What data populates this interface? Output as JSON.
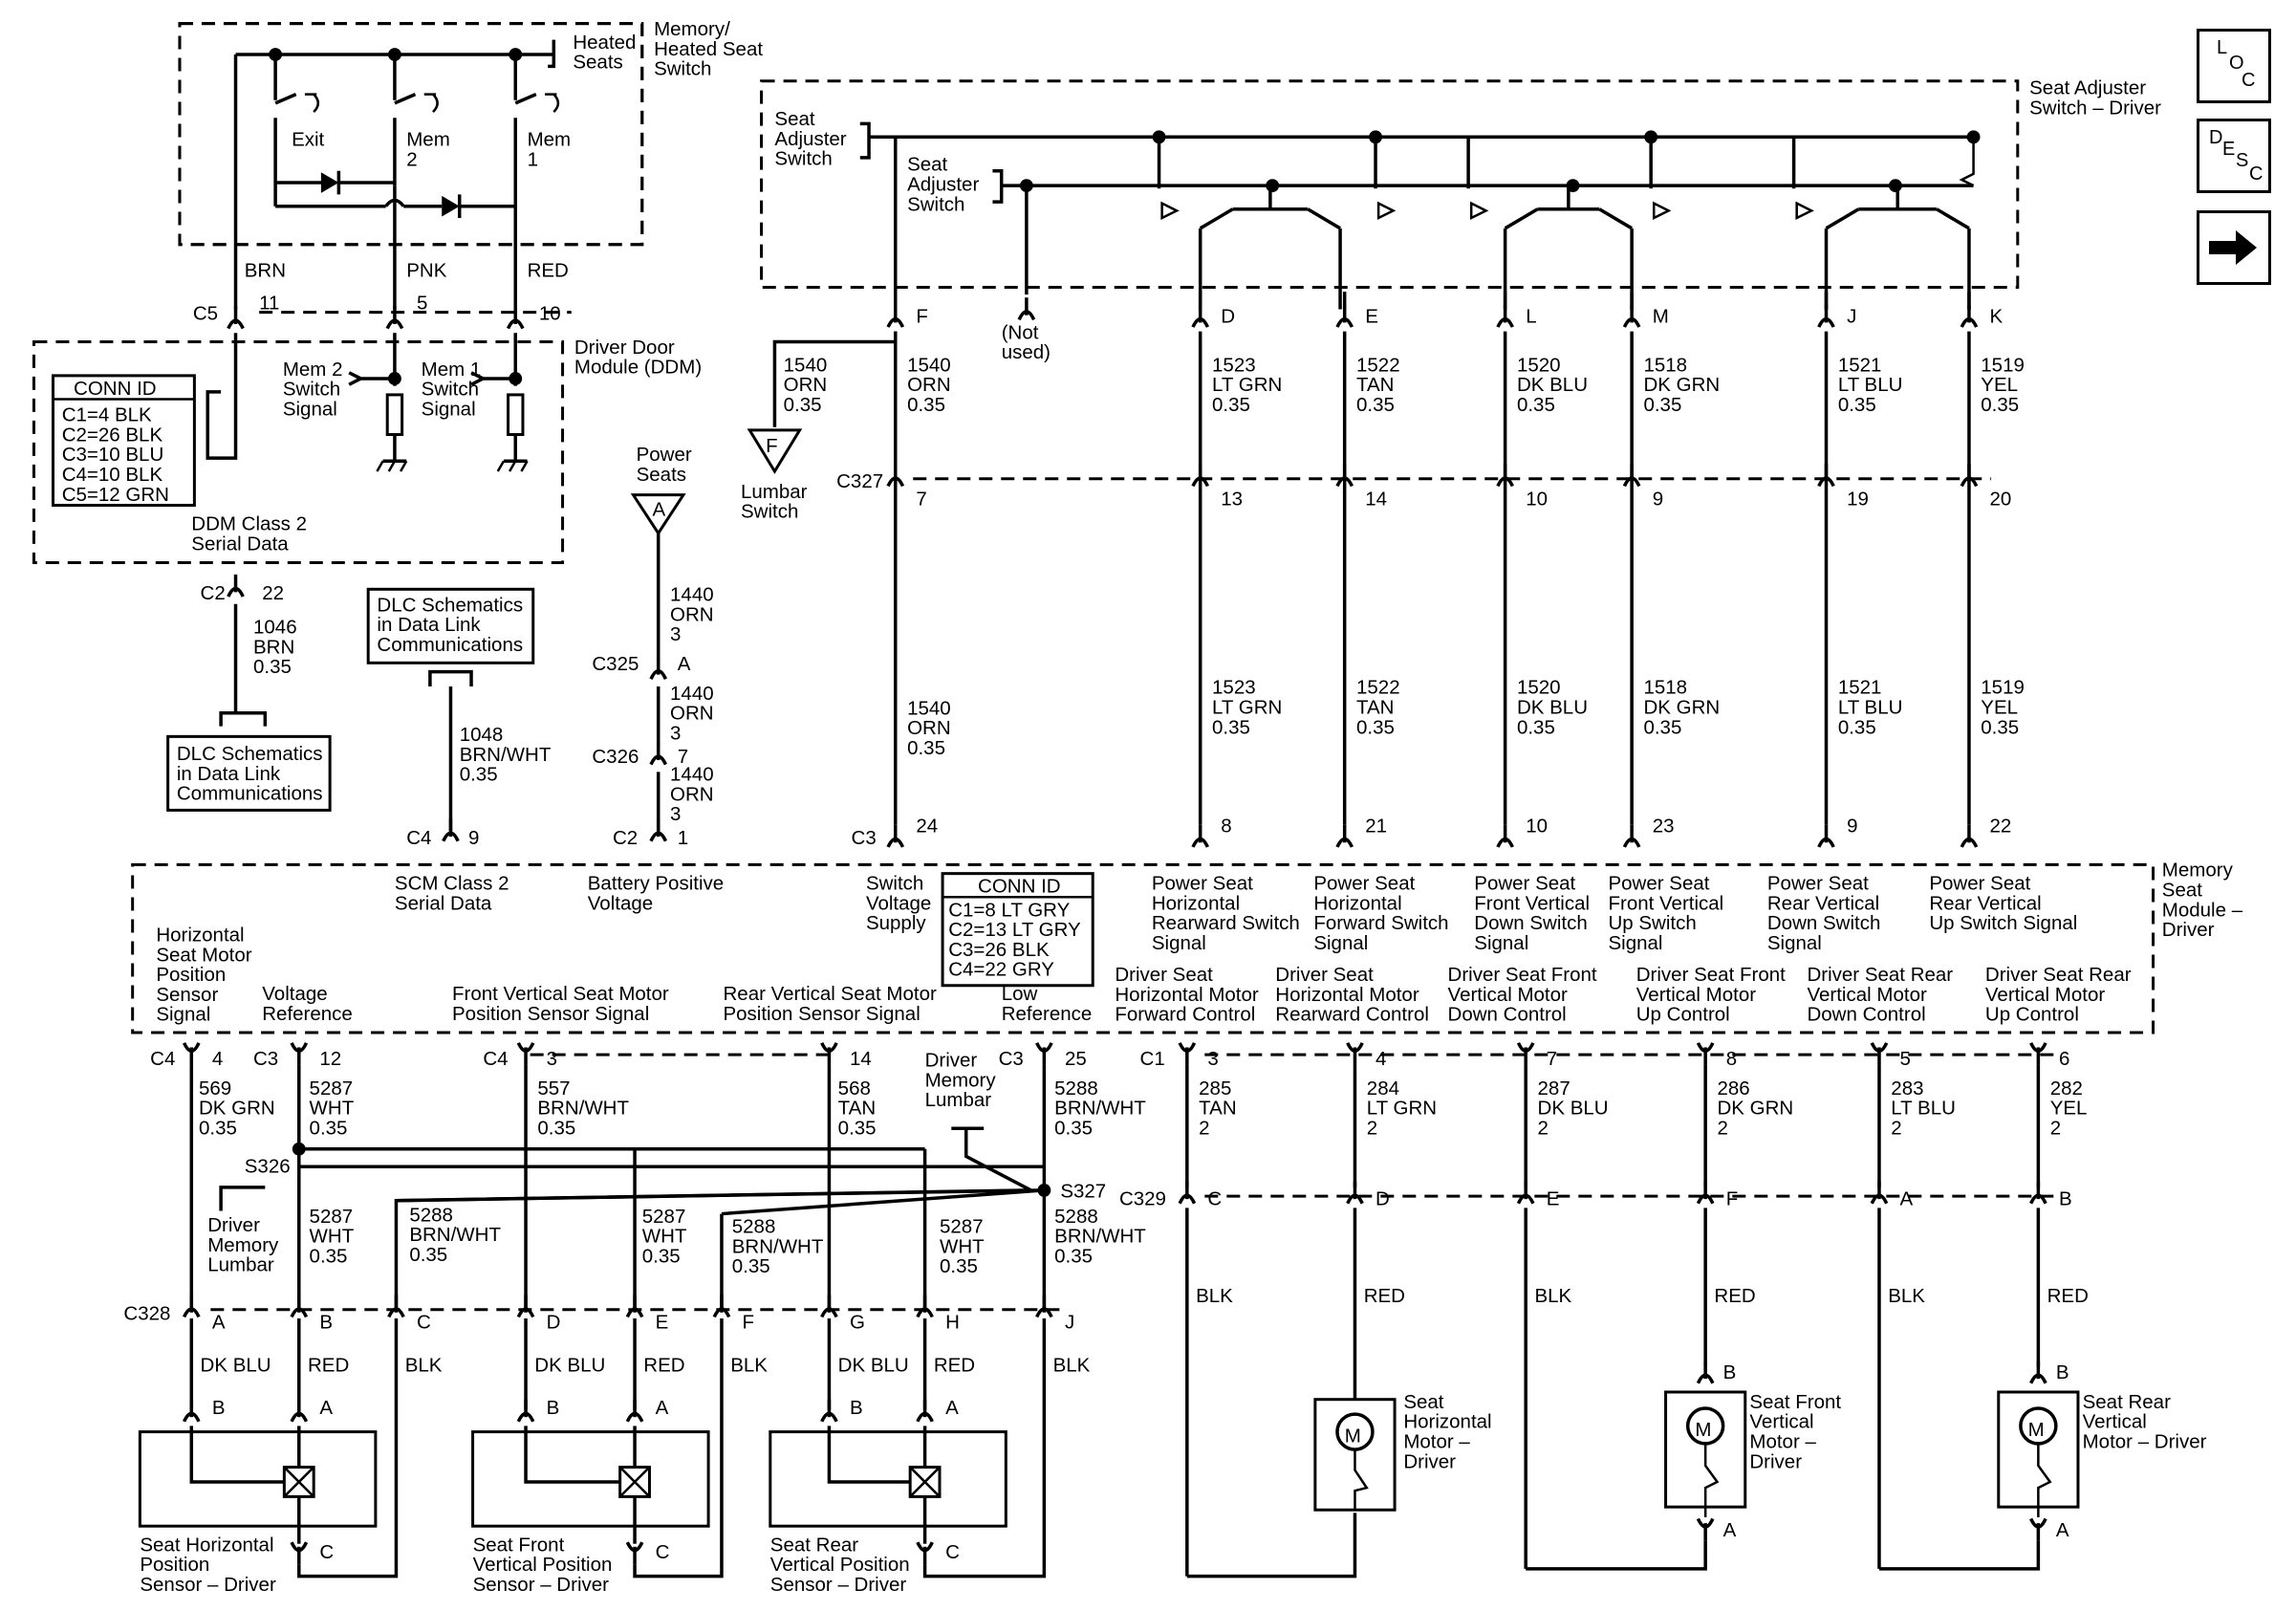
{
  "nav": {
    "loc": [
      "L",
      "O",
      "C"
    ],
    "desc": [
      "D",
      "E",
      "S",
      "C"
    ]
  },
  "labels": {
    "memory_switch": [
      "Memory/",
      "Heated Seat",
      "Switch"
    ],
    "heated_seats": [
      "Heated",
      "Seats"
    ],
    "exit": "Exit",
    "mem2": [
      "Mem",
      "2"
    ],
    "mem1": [
      "Mem",
      "1"
    ],
    "brn": "BRN",
    "pnk": "PNK",
    "red": "RED",
    "c5": "C5",
    "pin11": "11",
    "pin5": "5",
    "pin10": "10",
    "ddm": [
      "Driver Door",
      "Module (DDM)"
    ],
    "ddm_conn_title": "CONN ID",
    "ddm_conn": [
      "C1=4 BLK",
      "C2=26 BLK",
      "C3=10 BLU",
      "C4=10 BLK",
      "C5=12 GRN"
    ],
    "mem2_signal": [
      "Mem 2",
      "Switch",
      "Signal"
    ],
    "mem1_signal": [
      "Mem 1",
      "Switch",
      "Signal"
    ],
    "ddm_class2": [
      "DDM Class 2",
      "Serial Data"
    ],
    "c2_22": [
      "C2",
      "22"
    ],
    "w1046": [
      "1046",
      "BRN",
      "0.35"
    ],
    "dlc1": [
      "DLC Schematics",
      "in Data Link",
      "Communications"
    ],
    "dlc2": [
      "DLC Schematics",
      "in Data Link",
      "Communications"
    ],
    "w1048": [
      "1048",
      "BRN/WHT",
      "0.35"
    ],
    "c4_9": [
      "C4",
      "9"
    ],
    "power_seats": [
      "Power",
      "Seats"
    ],
    "tri_a": "A",
    "w1440a": [
      "1440",
      "ORN",
      "3"
    ],
    "c325": [
      "C325",
      "A"
    ],
    "w1440b": [
      "1440",
      "ORN",
      "3"
    ],
    "c326": [
      "C326",
      "7"
    ],
    "w1440c": [
      "1440",
      "ORN",
      "3"
    ],
    "c2_1": [
      "C2",
      "1"
    ],
    "seat_adj_driver": [
      "Seat Adjuster",
      "Switch – Driver"
    ],
    "seat_adj_1": [
      "Seat",
      "Adjuster",
      "Switch"
    ],
    "seat_adj_2": [
      "Seat",
      "Adjuster",
      "Switch"
    ],
    "not_used": [
      "(Not",
      "used)"
    ],
    "lumbar": [
      "Lumbar",
      "Switch"
    ],
    "tri_f": "F",
    "w1540_left": [
      "1540",
      "ORN",
      "0.35"
    ],
    "c327": "C327",
    "c3": "C3",
    "top_pins": [
      "F",
      "D",
      "E",
      "L",
      "M",
      "J",
      "K"
    ],
    "top_wires": [
      [
        "1540",
        "ORN",
        "0.35"
      ],
      [
        "1523",
        "LT GRN",
        "0.35"
      ],
      [
        "1522",
        "TAN",
        "0.35"
      ],
      [
        "1520",
        "DK BLU",
        "0.35"
      ],
      [
        "1518",
        "DK GRN",
        "0.35"
      ],
      [
        "1521",
        "LT BLU",
        "0.35"
      ],
      [
        "1519",
        "YEL",
        "0.35"
      ]
    ],
    "c327_pins": [
      "7",
      "13",
      "14",
      "10",
      "9",
      "19",
      "20"
    ],
    "c3_pins": [
      "24",
      "8",
      "21",
      "10",
      "23",
      "9",
      "22"
    ],
    "module": [
      "Memory",
      "Seat",
      "Module –",
      "Driver"
    ],
    "scm_class2": [
      "SCM Class 2",
      "Serial Data"
    ],
    "battery": [
      "Battery Positive",
      "Voltage"
    ],
    "switch_supply": [
      "Switch",
      "Voltage",
      "Supply"
    ],
    "msm_conn_title": "CONN ID",
    "msm_conn": [
      "C1=8 LT GRY",
      "C2=13 LT GRY",
      "C3=26 BLK",
      "C4=22 GRY"
    ],
    "sig_labels": [
      [
        "Power Seat",
        "Horizontal",
        "Rearward Switch",
        "Signal"
      ],
      [
        "Power Seat",
        "Horizontal",
        "Forward Switch",
        "Signal"
      ],
      [
        "Power Seat",
        "Front Vertical",
        "Down Switch",
        "Signal"
      ],
      [
        "Power Seat",
        "Front Vertical",
        "Up Switch",
        "Signal"
      ],
      [
        "Power Seat",
        "Rear Vertical",
        "Down Switch",
        "Signal"
      ],
      [
        "Power Seat",
        "Rear Vertical",
        "Up Switch Signal"
      ]
    ],
    "ctrl_labels": [
      [
        "Driver Seat",
        "Horizontal Motor",
        "Forward Control"
      ],
      [
        "Driver Seat",
        "Horizontal Motor",
        "Rearward Control"
      ],
      [
        "Driver Seat Front",
        "Vertical Motor",
        "Down Control"
      ],
      [
        "Driver Seat Front",
        "Vertical Motor",
        "Up Control"
      ],
      [
        "Driver Seat Rear",
        "Vertical Motor",
        "Down Control"
      ],
      [
        "Driver Seat Rear",
        "Vertical Motor",
        "Up Control"
      ]
    ],
    "horiz_sensor_sig": [
      "Horizontal",
      "Seat Motor",
      "Position",
      "Sensor",
      "Signal"
    ],
    "volt_ref": [
      "Voltage",
      "Reference"
    ],
    "front_vert_sig": [
      "Front Vertical Seat Motor",
      "Position Sensor Signal"
    ],
    "rear_vert_sig": [
      "Rear Vertical Seat Motor",
      "Position Sensor Signal"
    ],
    "low_ref": [
      "Low",
      "Reference"
    ],
    "c4": "C4",
    "c3b": "C3",
    "c4b": "C4",
    "c3c": "C3",
    "c1": "C1",
    "bottom_pins_top": [
      "4",
      "12",
      "3",
      "14",
      "25"
    ],
    "w569": [
      "569",
      "DK GRN",
      "0.35"
    ],
    "w5287a": [
      "5287",
      "WHT",
      "0.35"
    ],
    "w557": [
      "557",
      "BRN/WHT",
      "0.35"
    ],
    "w568": [
      "568",
      "TAN",
      "0.35"
    ],
    "w5288a": [
      "5288",
      "BRN/WHT",
      "0.35"
    ],
    "s326": "S326",
    "s327": "S327",
    "driver_lumbar_1": [
      "Driver",
      "Memory",
      "Lumbar"
    ],
    "driver_lumbar_2": [
      "Driver",
      "Memory",
      "Lumbar"
    ],
    "w5287b": [
      "5287",
      "WHT",
      "0.35"
    ],
    "w5288b": [
      "5288",
      "BRN/WHT",
      "0.35"
    ],
    "w5287c": [
      "5287",
      "WHT",
      "0.35"
    ],
    "w5288c": [
      "5288",
      "BRN/WHT",
      "0.35"
    ],
    "w5287d": [
      "5287",
      "WHT",
      "0.35"
    ],
    "w5288d": [
      "5288",
      "BRN/WHT",
      "0.35"
    ],
    "c328": "C328",
    "c328_pins": [
      "A",
      "B",
      "C",
      "D",
      "E",
      "F",
      "G",
      "H",
      "J"
    ],
    "c328_colors": [
      "DK BLU",
      "RED",
      "BLK",
      "DK BLU",
      "RED",
      "BLK",
      "DK BLU",
      "RED",
      "BLK"
    ],
    "sensor_pins_ba": [
      "B",
      "A",
      "B",
      "A",
      "B",
      "A"
    ],
    "sensor_c": [
      "C",
      "C",
      "C"
    ],
    "sensor_names": [
      [
        "Seat Horizontal",
        "Position",
        "Sensor – Driver"
      ],
      [
        "Seat Front",
        "Vertical Position",
        "Sensor – Driver"
      ],
      [
        "Seat Rear",
        "Vertical Position",
        "Sensor – Driver"
      ]
    ],
    "c1_pins": [
      "3",
      "4",
      "7",
      "8",
      "5",
      "6"
    ],
    "motor_wires": [
      [
        "285",
        "TAN",
        "2"
      ],
      [
        "284",
        "LT GRN",
        "2"
      ],
      [
        "287",
        "DK BLU",
        "2"
      ],
      [
        "286",
        "DK GRN",
        "2"
      ],
      [
        "283",
        "LT BLU",
        "2"
      ],
      [
        "282",
        "YEL",
        "2"
      ]
    ],
    "c329": "C329",
    "c329_pins": [
      "C",
      "D",
      "E",
      "F",
      "A",
      "B"
    ],
    "motor_colors": [
      "BLK",
      "RED",
      "BLK",
      "RED",
      "BLK",
      "RED"
    ],
    "motor_pin_b": [
      "B",
      "B"
    ],
    "motor_pin_a": [
      "A",
      "A"
    ],
    "motor_m": [
      "M",
      "M",
      "M"
    ],
    "motor_names": [
      [
        "Seat",
        "Horizontal",
        "Motor –",
        "Driver"
      ],
      [
        "Seat Front",
        "Vertical",
        "Motor –",
        "Driver"
      ],
      [
        "Seat Rear",
        "Vertical",
        "Motor – Driver"
      ]
    ]
  }
}
